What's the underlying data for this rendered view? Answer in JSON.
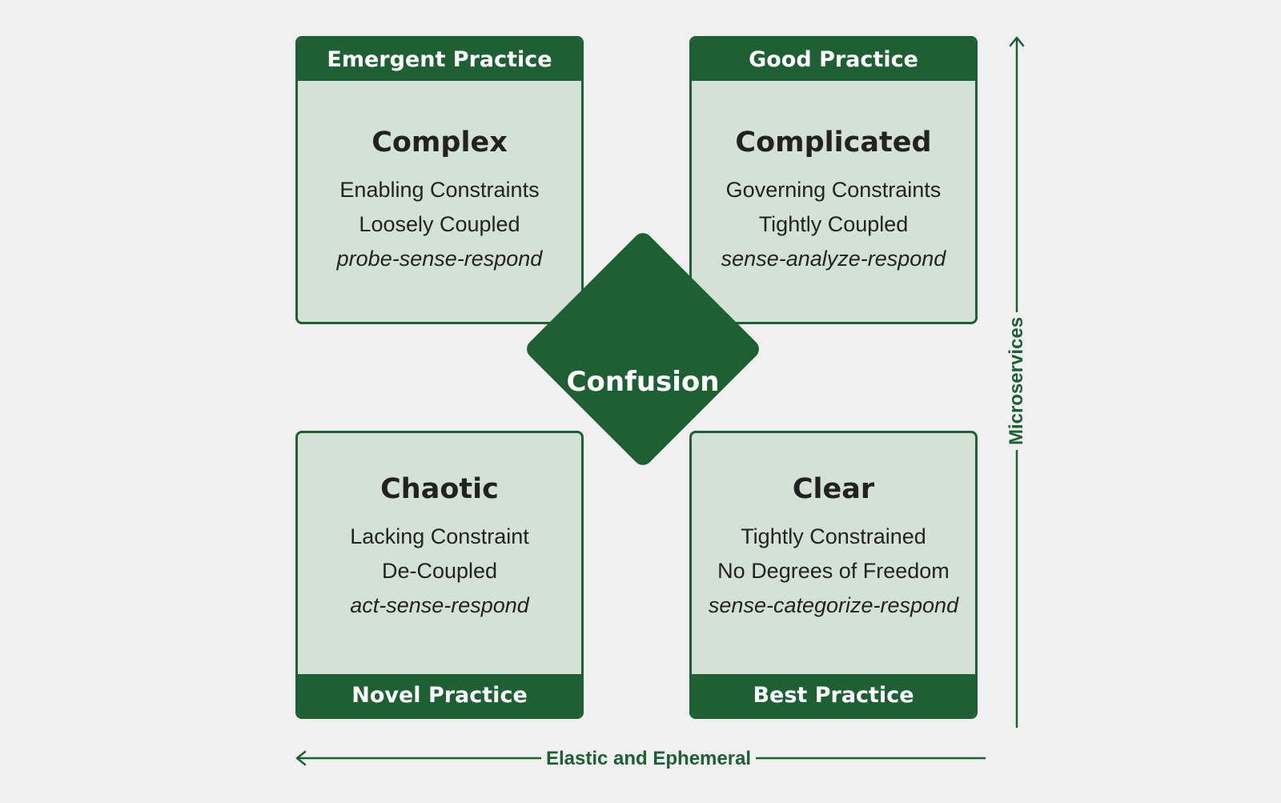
{
  "quadrants": {
    "complex": {
      "practice": "Emergent Practice",
      "title": "Complex",
      "line1": "Enabling Constraints",
      "line2": "Loosely Coupled",
      "approach": "probe-sense-respond"
    },
    "complicated": {
      "practice": "Good Practice",
      "title": "Complicated",
      "line1": "Governing Constraints",
      "line2": "Tightly Coupled",
      "approach": "sense-analyze-respond"
    },
    "chaotic": {
      "practice": "Novel Practice",
      "title": "Chaotic",
      "line1": "Lacking Constraint",
      "line2": "De-Coupled",
      "approach": "act-sense-respond"
    },
    "clear": {
      "practice": "Best Practice",
      "title": "Clear",
      "line1": "Tightly Constrained",
      "line2": "No Degrees of Freedom",
      "approach": "sense-categorize-respond"
    }
  },
  "center": {
    "label": "Confusion"
  },
  "axes": {
    "horizontal": "Elastic and Ephemeral",
    "vertical": "Microservices"
  },
  "colors": {
    "dark_green": "#1e6034",
    "light_green": "#d4e1d6",
    "background": "#f0f0f0",
    "text": "#222222"
  }
}
